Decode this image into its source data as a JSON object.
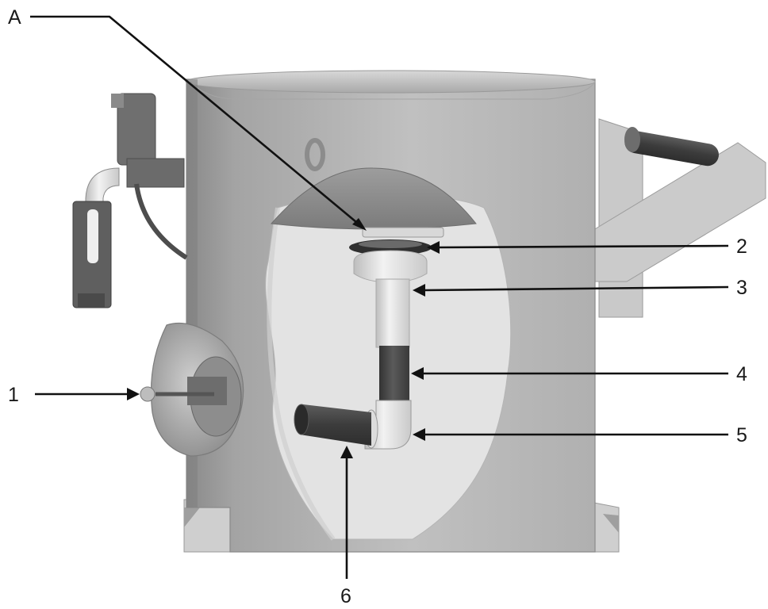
{
  "callouts": {
    "A": "A",
    "one": "1",
    "two": "2",
    "three": "3",
    "four": "4",
    "five": "5",
    "six": "6"
  },
  "colors": {
    "vessel_body": "#b9b9b9",
    "vessel_shadow": "#8f8f8f",
    "interior": "#e2e2e2",
    "dark_hose": "#4a4a4a",
    "light_metal": "#e6e6e6",
    "leader_line": "#111111"
  }
}
